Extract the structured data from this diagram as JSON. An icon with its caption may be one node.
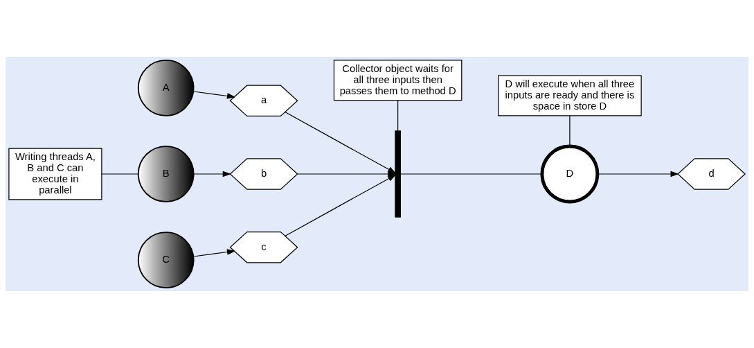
{
  "diagram": {
    "nodes": [
      {
        "text": [
          "A"
        ]
      },
      {
        "text": [
          "a"
        ]
      },
      {
        "text": [
          "B"
        ]
      },
      {
        "text": [
          "b"
        ]
      },
      {
        "text": [
          "C"
        ]
      },
      {
        "text": [
          "c"
        ]
      },
      {
        "text": [],
        "shape": "bar"
      },
      {
        "text": [
          "D"
        ]
      },
      {
        "text": [
          "d"
        ]
      },
      {
        "text": [
          "Writing threads A, B and C can execute in parallel"
        ]
      },
      {
        "text": [
          "Collector object waits for all three inputs then passes them to method D"
        ]
      },
      {
        "text": [
          "D will execute when all three inputs are ready and there is space in store D"
        ]
      }
    ],
    "edges": [
      {
        "from": 0,
        "to": 1,
        "arrow": "to"
      },
      {
        "from": 1,
        "to": 6,
        "arrow": "to"
      },
      {
        "from": 2,
        "to": 3,
        "arrow": "to"
      },
      {
        "from": 3,
        "to": 6,
        "arrow": "to"
      },
      {
        "from": 4,
        "to": 5,
        "arrow": "to"
      },
      {
        "from": 5,
        "to": 6,
        "arrow": "to"
      },
      {
        "from": 6,
        "to": 7,
        "arrow": "none"
      },
      {
        "from": 7,
        "to": 8,
        "arrow": "to"
      },
      {
        "from": 9,
        "to": 2,
        "arrow": "none"
      },
      {
        "from": 10,
        "to": 6,
        "arrow": "none"
      },
      {
        "from": 11,
        "to": 7,
        "arrow": "none"
      }
    ]
  }
}
